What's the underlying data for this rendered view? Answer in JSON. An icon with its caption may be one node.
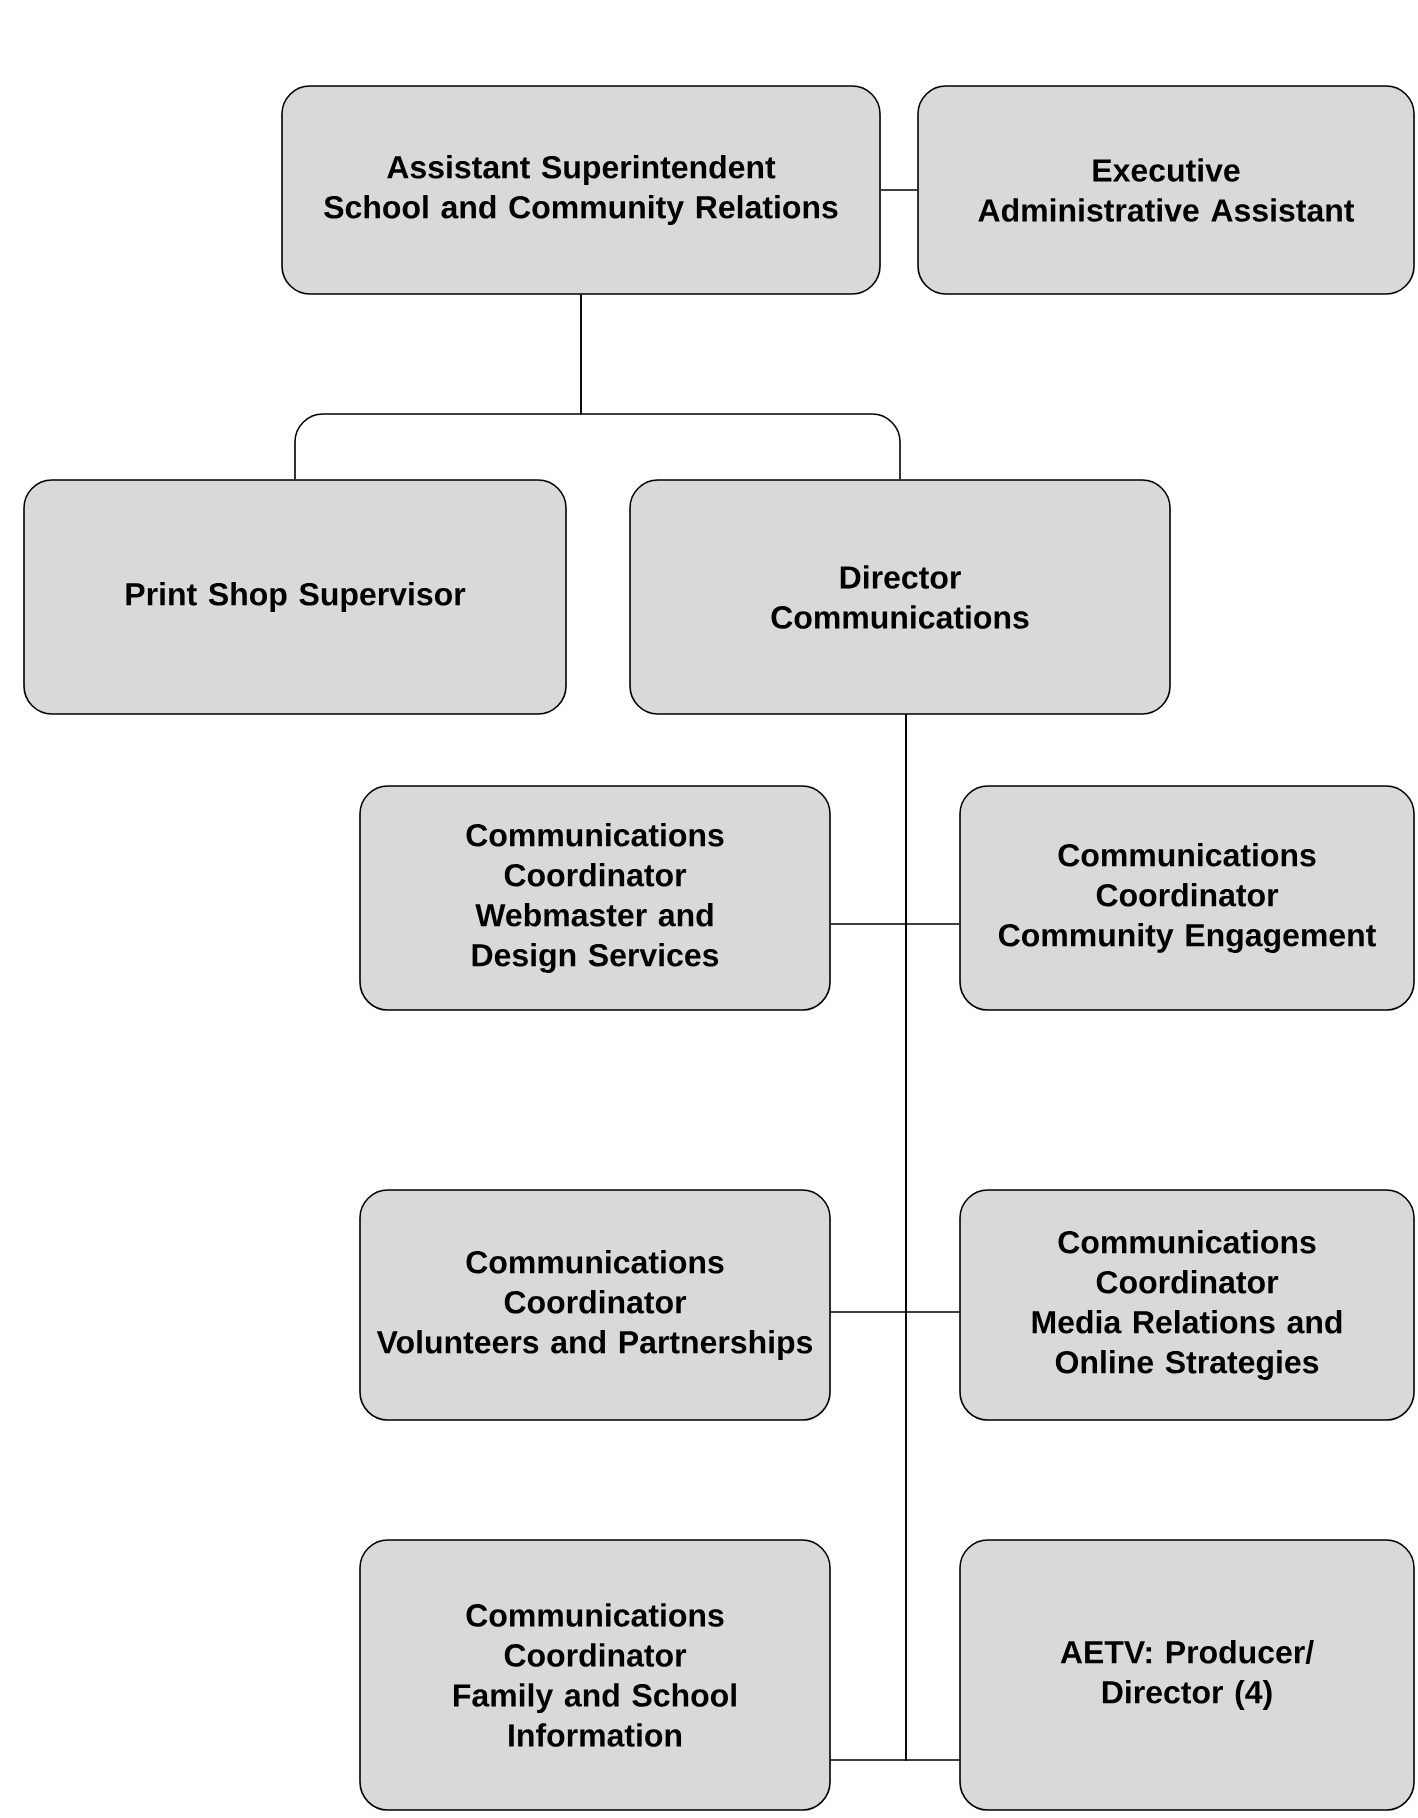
{
  "diagram": {
    "nodes": [
      {
        "text": [
          "Assistant Superintendent",
          "School and Community Relations"
        ]
      },
      {
        "text": [
          "Executive Administrative Assistant"
        ]
      },
      {
        "text": [
          "Print Shop Supervisor"
        ]
      },
      {
        "text": [
          "Director",
          "Communications"
        ]
      },
      {
        "text": [
          "Communications Coordinator",
          "Webmaster and Design Services"
        ]
      },
      {
        "text": [
          "Communications Coordinator",
          "Community Engagement"
        ]
      },
      {
        "text": [
          "Communications Coordinator",
          "Volunteers and Partnerships"
        ]
      },
      {
        "text": [
          "Communications Coordinator",
          "Media Relations and Online Strategies"
        ]
      },
      {
        "text": [
          "Communications Coordinator",
          "Family and School Information"
        ]
      },
      {
        "text": [
          "AETV: Producer/ Director (4)"
        ]
      }
    ],
    "edges": [
      {
        "from": 0,
        "to": 1,
        "arrow": "none"
      },
      {
        "from": 0,
        "to": 2,
        "arrow": "none"
      },
      {
        "from": 0,
        "to": 3,
        "arrow": "none"
      },
      {
        "from": 3,
        "to": 4,
        "arrow": "none"
      },
      {
        "from": 3,
        "to": 5,
        "arrow": "none"
      },
      {
        "from": 3,
        "to": 6,
        "arrow": "none"
      },
      {
        "from": 3,
        "to": 7,
        "arrow": "none"
      },
      {
        "from": 3,
        "to": 8,
        "arrow": "none"
      },
      {
        "from": 3,
        "to": 9,
        "arrow": "none"
      }
    ]
  }
}
